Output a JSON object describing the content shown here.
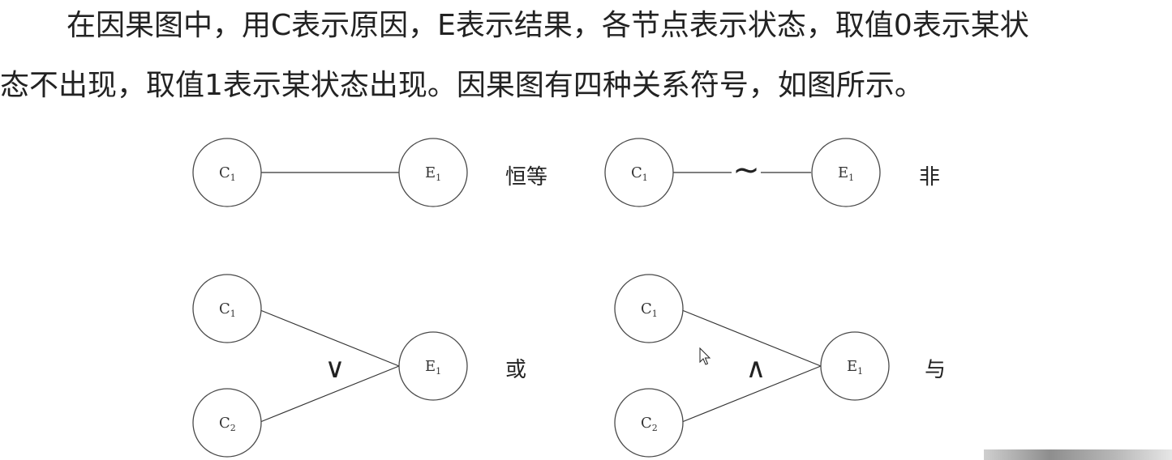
{
  "paragraph": {
    "line1": "在因果图中，用C表示原因，E表示结果，各节点表示状态，取值0表示某状",
    "line2": "态不出现，取值1表示某状态出现。因果图有四种关系符号，如图所示。"
  },
  "diagrams": {
    "identity": {
      "cause": {
        "letter": "C",
        "sub": "1"
      },
      "effect": {
        "letter": "E",
        "sub": "1"
      },
      "label": "恒等"
    },
    "not": {
      "cause": {
        "letter": "C",
        "sub": "1"
      },
      "effect": {
        "letter": "E",
        "sub": "1"
      },
      "symbol": "~",
      "label": "非"
    },
    "or": {
      "cause1": {
        "letter": "C",
        "sub": "1"
      },
      "cause2": {
        "letter": "C",
        "sub": "2"
      },
      "effect": {
        "letter": "E",
        "sub": "1"
      },
      "symbol": "∨",
      "label": "或"
    },
    "and": {
      "cause1": {
        "letter": "C",
        "sub": "1"
      },
      "cause2": {
        "letter": "C",
        "sub": "2"
      },
      "effect": {
        "letter": "E",
        "sub": "1"
      },
      "symbol": "∧",
      "label": "与"
    }
  },
  "colors": {
    "stroke": "#4a4a4a",
    "text": "#222222",
    "background": "#ffffff"
  }
}
